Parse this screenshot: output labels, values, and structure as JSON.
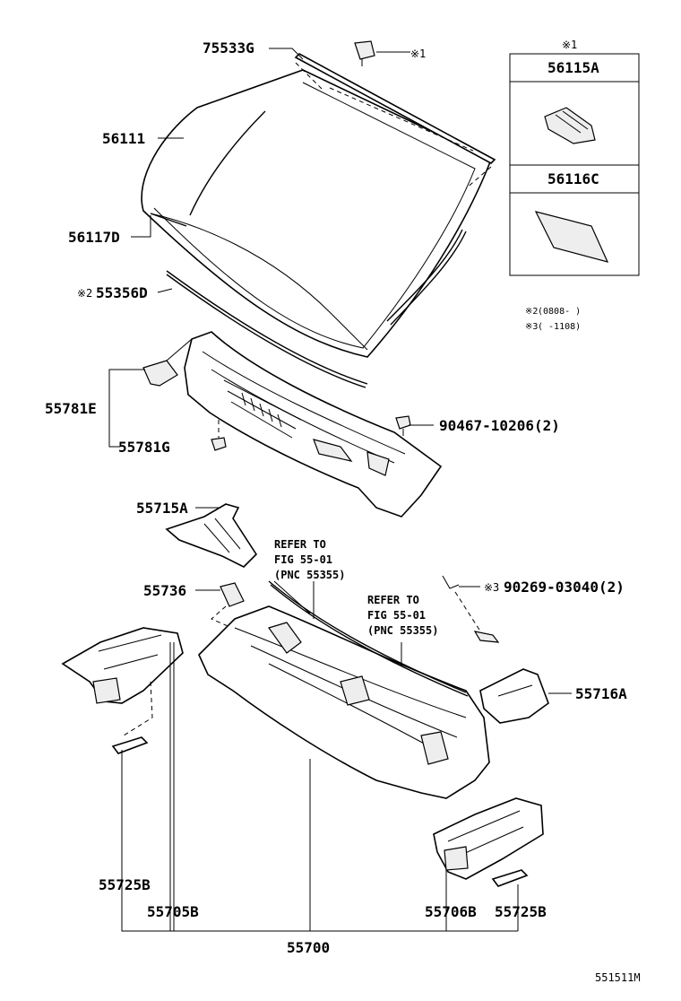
{
  "figure_id": "551511M",
  "legend_box": {
    "mark": "※1",
    "items": [
      "56115A",
      "56116C"
    ]
  },
  "notes": [
    {
      "mark": "※2",
      "text": "(0808-      )"
    },
    {
      "mark": "※3",
      "text": "(      -1108)"
    }
  ],
  "parts": {
    "p75533G": "75533G",
    "mark1": "※1",
    "p56111": "56111",
    "p56117D": "56117D",
    "p55356D_mark": "※2",
    "p55356D": "55356D",
    "p55781E": "55781E",
    "p55781G": "55781G",
    "p90467": "90467-10206(2)",
    "p55715A": "55715A",
    "p55736": "55736",
    "p90269_mark": "※3",
    "p90269": "90269-03040(2)",
    "p55716A": "55716A",
    "p55725B_left": "55725B",
    "p55705B": "55705B",
    "p55706B": "55706B",
    "p55725B_right": "55725B",
    "p55700": "55700"
  },
  "refer1": [
    "REFER TO",
    "FIG 55-01",
    "(PNC 55355)"
  ],
  "refer2": [
    "REFER TO",
    "FIG 55-01",
    "(PNC 55355)"
  ]
}
